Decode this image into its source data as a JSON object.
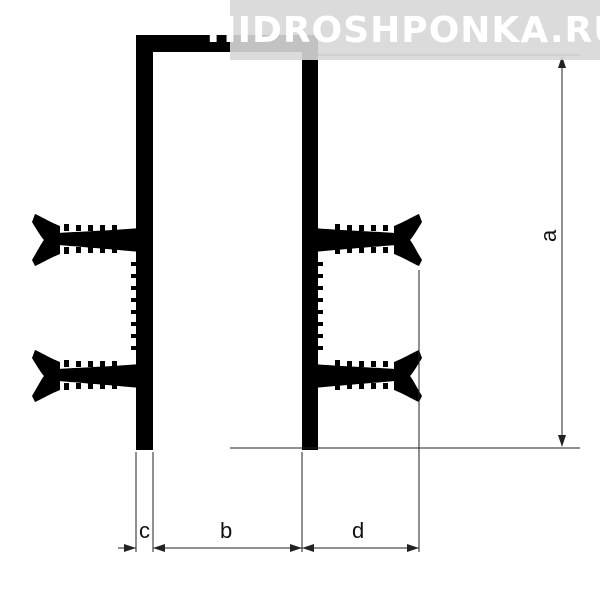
{
  "watermark": {
    "text": "HIDROSHPONKA.RU"
  },
  "labels": {
    "a": "a",
    "b": "b",
    "c": "c",
    "d": "d"
  },
  "colors": {
    "profile": "#000000",
    "dimension": "#222222",
    "watermark_bg": "#d7d7d7"
  }
}
